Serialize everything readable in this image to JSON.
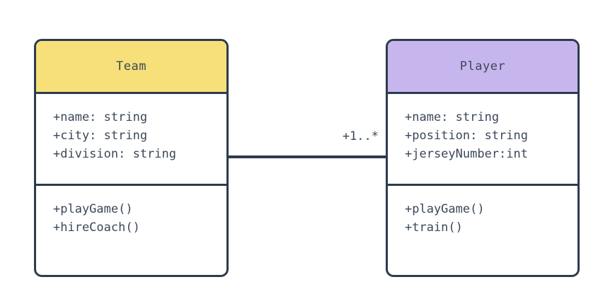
{
  "diagram": {
    "type": "uml-class-diagram",
    "background_color": "#ffffff",
    "border_color": "#2e3b4e",
    "text_color": "#3c4858",
    "relationship": {
      "from": "Team",
      "to": "Player",
      "multiplicity_label": "+1..*",
      "style": "solid-line"
    }
  },
  "classes": [
    {
      "name": "Team",
      "header_color": "#f7e07a",
      "attributes": [
        "+name: string",
        "+city: string",
        "+division: string"
      ],
      "methods": [
        "+playGame()",
        "+hireCoach()"
      ]
    },
    {
      "name": "Player",
      "header_color": "#c7b6ee",
      "attributes": [
        "+name: string",
        "+position: string",
        "+jerseyNumber:int"
      ],
      "methods": [
        "+playGame()",
        "+train()"
      ]
    }
  ]
}
